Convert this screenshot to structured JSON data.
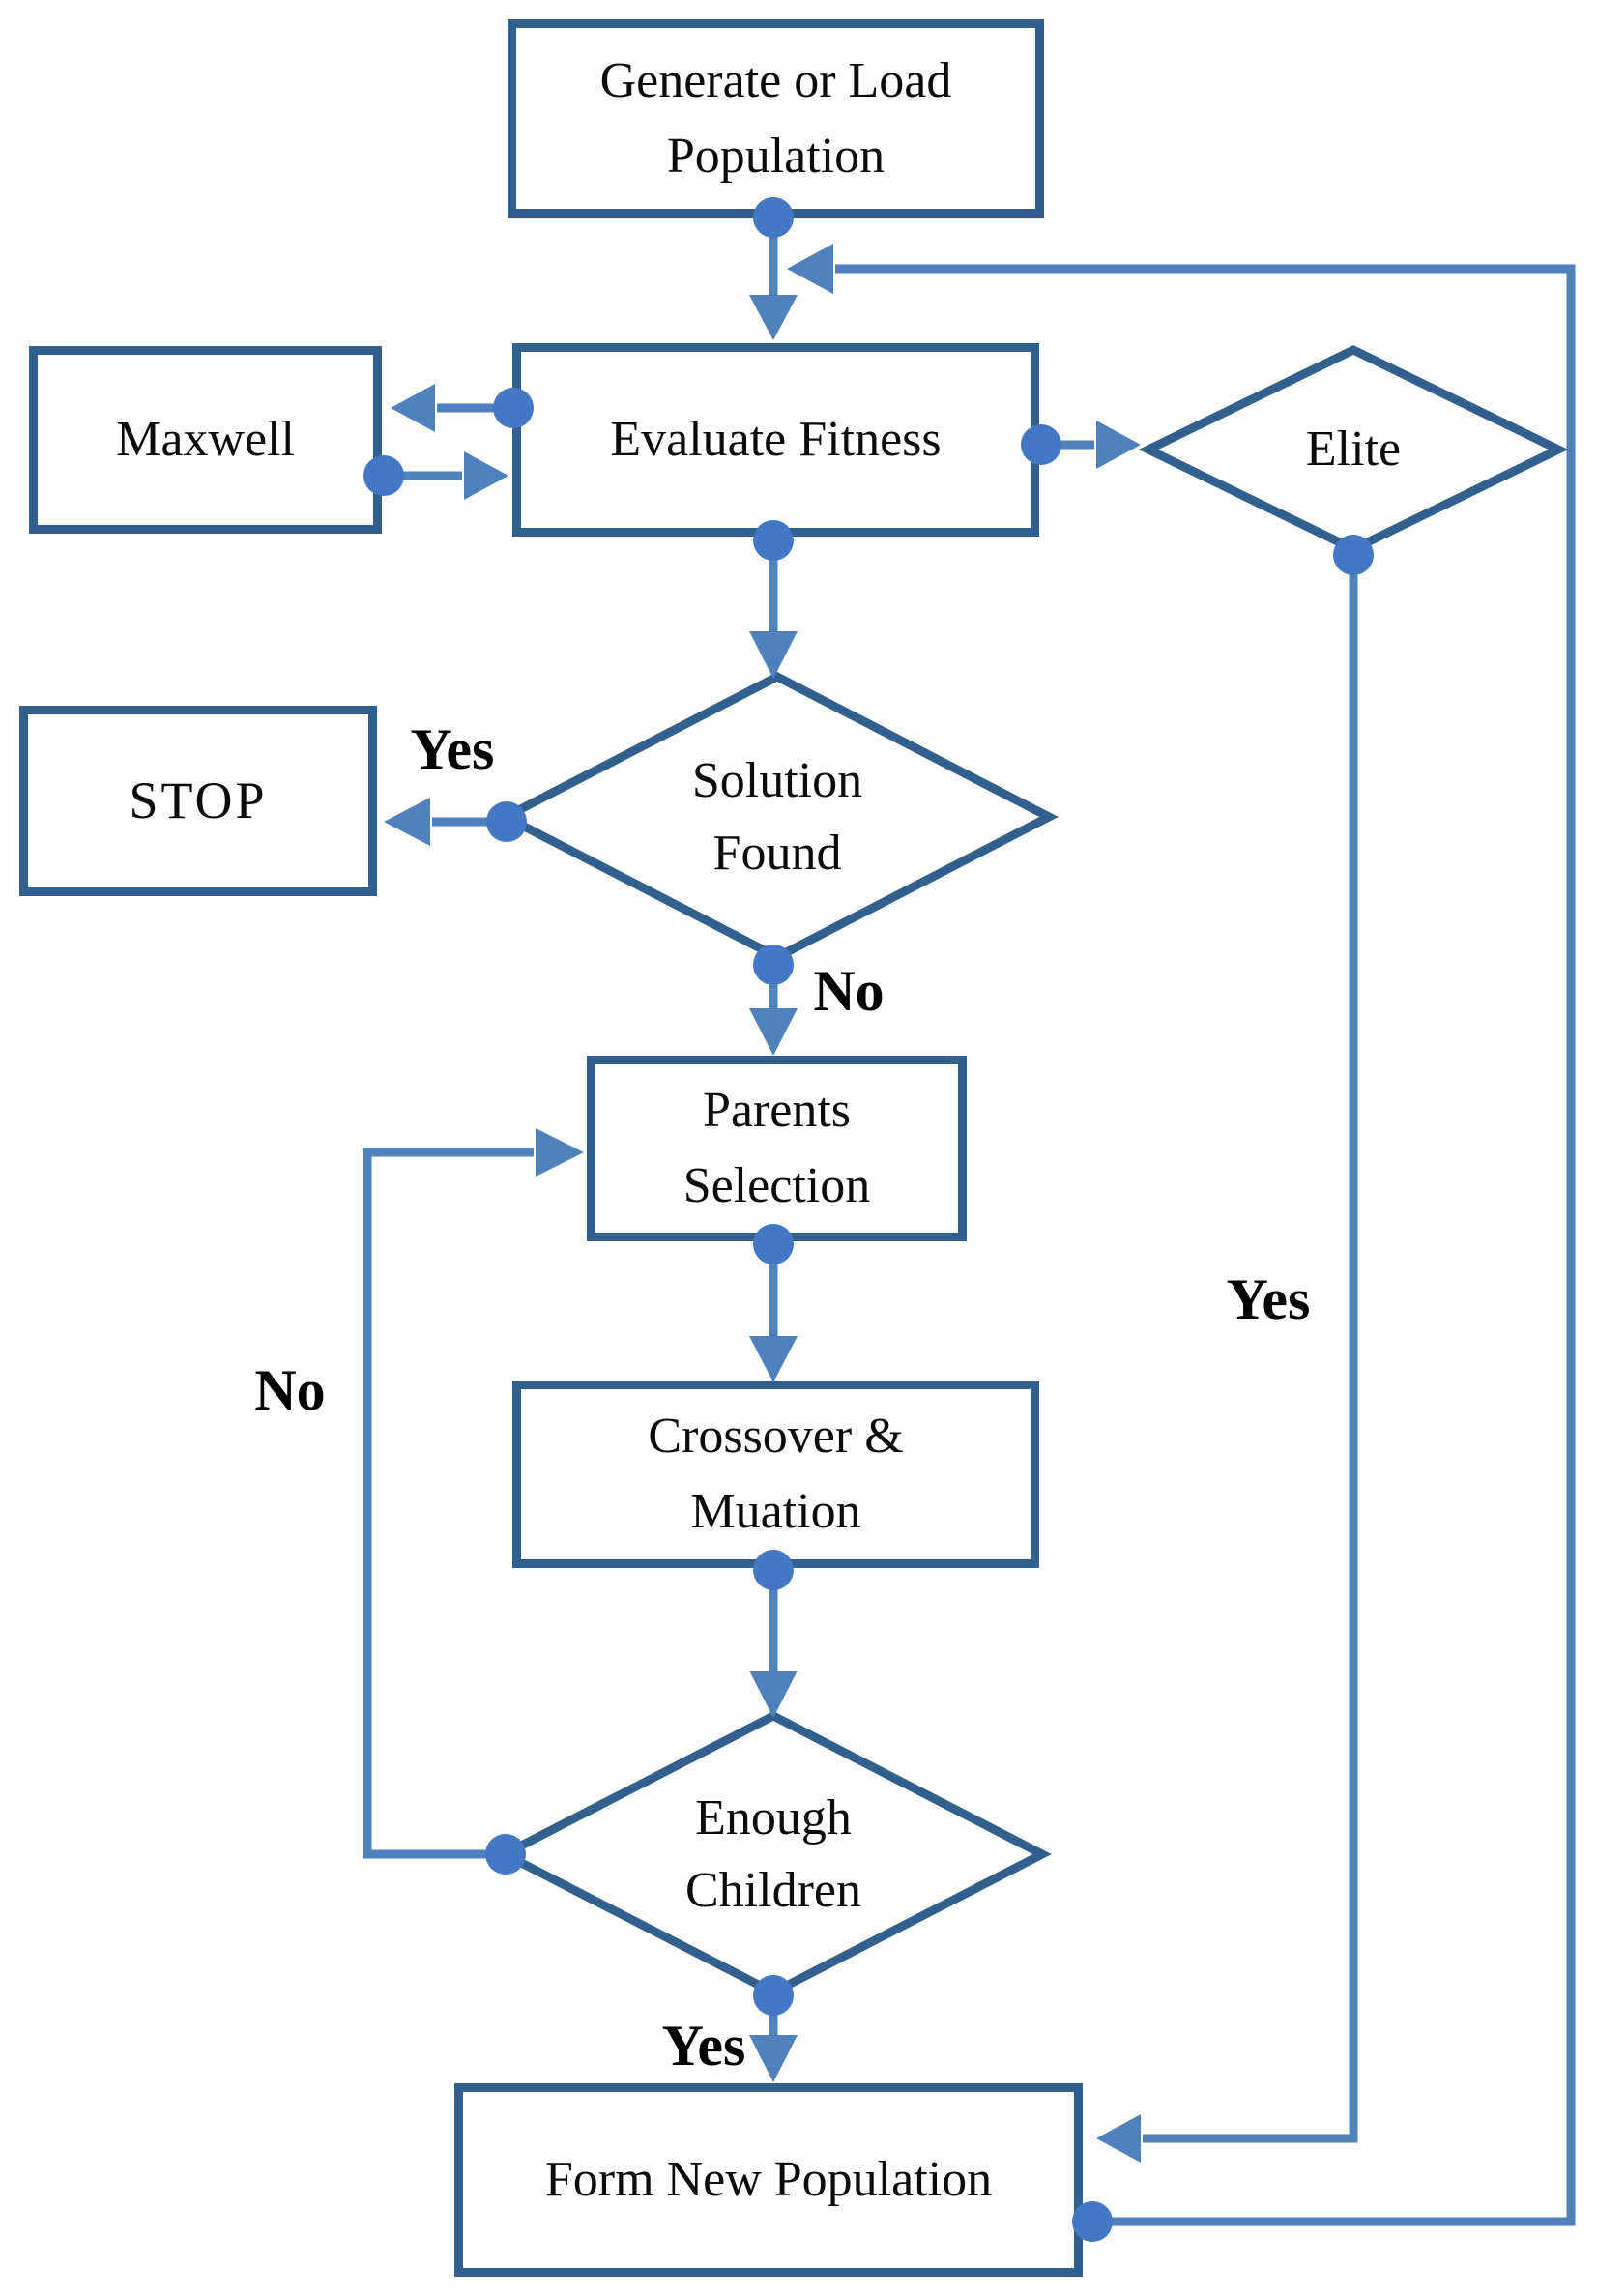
{
  "diagram": {
    "type": "flowchart",
    "subject": "Genetic algorithm optimization loop",
    "colors": {
      "shape_border": "#31608f",
      "connector": "#4f81bd",
      "junction_dot": "#4478c4",
      "text": "#0b0b0b",
      "background": "#ffffff"
    }
  },
  "nodes": {
    "generate": {
      "label": "Generate or Load\nPopulation",
      "shape": "rectangle"
    },
    "maxwell": {
      "label": "Maxwell",
      "shape": "rectangle"
    },
    "evaluate": {
      "label": "Evaluate Fitness",
      "shape": "rectangle"
    },
    "elite": {
      "label": "Elite",
      "shape": "diamond"
    },
    "stop": {
      "label": "STOP",
      "shape": "rectangle"
    },
    "solution": {
      "label": "Solution\nFound",
      "shape": "diamond"
    },
    "parents": {
      "label": "Parents\nSelection",
      "shape": "rectangle"
    },
    "crossover": {
      "label": "Crossover &\nMuation",
      "shape": "rectangle"
    },
    "children": {
      "label": "Enough\nChildren",
      "shape": "diamond"
    },
    "form": {
      "label": "Form New Population",
      "shape": "rectangle"
    }
  },
  "edge_labels": {
    "solution_yes": "Yes",
    "solution_no": "No",
    "children_no": "No",
    "children_yes": "Yes",
    "elite_yes": "Yes"
  }
}
